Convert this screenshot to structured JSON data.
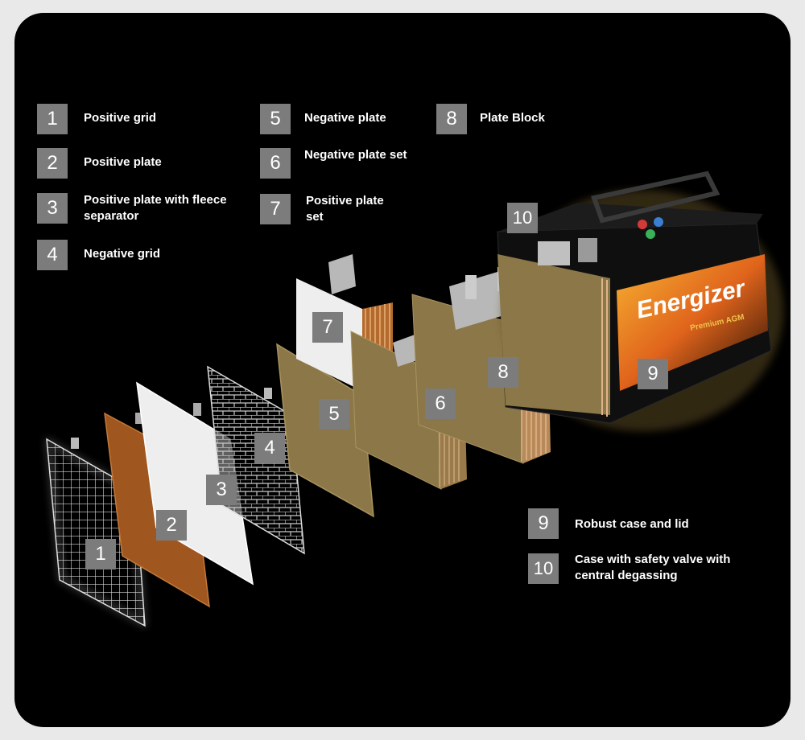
{
  "legend": [
    {
      "num": "1",
      "text": "Positive grid"
    },
    {
      "num": "2",
      "text": "Positive plate"
    },
    {
      "num": "3",
      "text": "Positive plate with fleece\nseparator"
    },
    {
      "num": "4",
      "text": "Negative grid"
    },
    {
      "num": "5",
      "text": "Negative plate"
    },
    {
      "num": "6",
      "text": "Negative plate set"
    },
    {
      "num": "7",
      "text": "Positive plate\nset"
    },
    {
      "num": "8",
      "text": "Plate Block"
    },
    {
      "num": "9",
      "text": "Robust case and lid"
    },
    {
      "num": "10",
      "text": "Case with safety valve with\ncentral degassing"
    }
  ],
  "callouts": [
    "1",
    "2",
    "3",
    "4",
    "5",
    "6",
    "7",
    "8",
    "9",
    "10"
  ],
  "battery": {
    "brand": "Energizer",
    "sub": "Premium AGM"
  },
  "colors": {
    "background": "#000000",
    "badge": "#7c7c7c",
    "plate_brown": "#a0561f",
    "plate_tan": "#8c7748",
    "grid_silver": "#c8c8c8",
    "accent_orange": "#f29a1b"
  }
}
